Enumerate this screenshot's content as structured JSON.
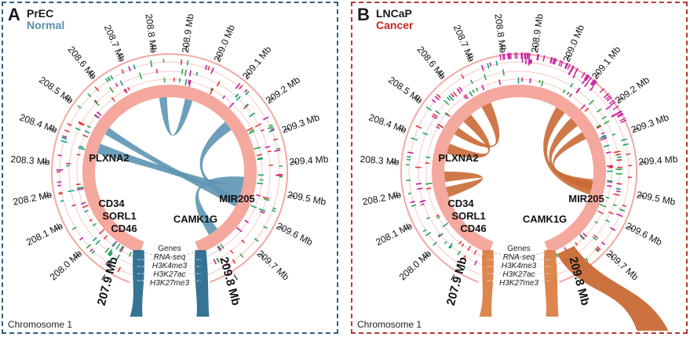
{
  "panels": [
    {
      "letter": "A",
      "cell_line": "PrEC",
      "state": "Normal",
      "chromosome": "Chromosome 1",
      "ticks": [
        "208.0 Mb",
        "208.1 Mb",
        "208.2 Mb",
        "208.3 Mb",
        "208.4 Mb",
        "208.5 Mb",
        "208.6 Mb",
        "208.7 Mb",
        "208.8 Mb",
        "208.9 Mb",
        "209.0 Mb",
        "209.1 Mb",
        "209.2 Mb",
        "209.3 Mb",
        "209.4 Mb",
        "209.5 Mb",
        "209.6 Mb",
        "209.7 Mb"
      ],
      "start_label": "207.9 Mb",
      "end_label": "209.8 Mb",
      "genes": [
        "PLXNA2",
        "CD34",
        "SORL1",
        "CD46",
        "CAMK1G",
        "MIR205"
      ],
      "tracks": [
        "Genes",
        "RNA-seq",
        "H3K4me3",
        "H3K27ac",
        "H3K27me3"
      ],
      "link_color": "#5e95b3",
      "stalk_color": "#1f6588",
      "border_color": "#2f5f86"
    },
    {
      "letter": "B",
      "cell_line": "LNCaP",
      "state": "Cancer",
      "chromosome": "Chromosome 1",
      "ticks": [
        "208.0 Mb",
        "208.1 Mb",
        "208.2 Mb",
        "208.3 Mb",
        "208.4 Mb",
        "208.5 Mb",
        "208.6 Mb",
        "208.7 Mb",
        "208.8 Mb",
        "208.9 Mb",
        "209.0 Mb",
        "209.1 Mb",
        "209.2 Mb",
        "209.3 Mb",
        "209.4 Mb",
        "209.5 Mb",
        "209.6 Mb",
        "209.7 Mb"
      ],
      "start_label": "207.9 Mb",
      "end_label": "209.8 Mb",
      "genes": [
        "PLXNA2",
        "CD34",
        "SORL1",
        "CD46",
        "CAMK1G",
        "MIR205"
      ],
      "tracks": [
        "Genes",
        "RNA-seq",
        "H3K4me3",
        "H3K27ac",
        "H3K27me3"
      ],
      "link_color": "#c96a35",
      "stalk_color": "#d9793a",
      "border_color": "#b23a30"
    }
  ]
}
